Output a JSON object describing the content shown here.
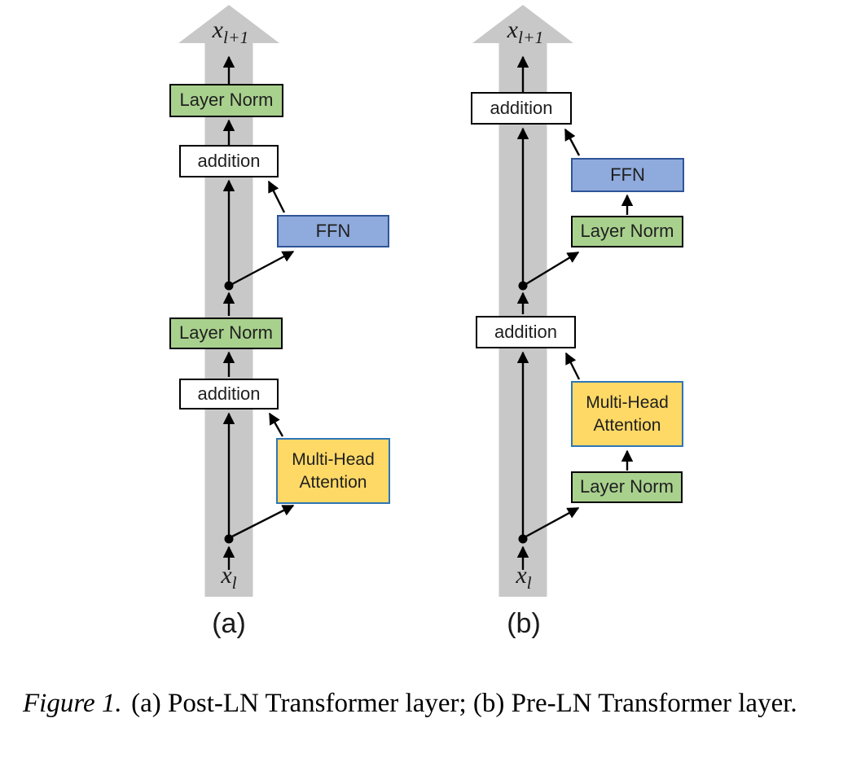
{
  "figure_caption": {
    "label": "Figure 1.",
    "text": "(a) Post-LN Transformer layer; (b) Pre-LN Transformer layer."
  },
  "colors": {
    "flow_band_gray": "#c8c8c8",
    "layer_norm_green": "#a9d18e",
    "ffn_blue_fill": "#8faadc",
    "ffn_blue_border": "#2f5597",
    "attention_yellow_fill": "#ffd966",
    "attention_yellow_border": "#2e75b6",
    "arrow_black": "#000000"
  },
  "panel_a": {
    "caption": "(a)",
    "output_label": {
      "base": "x",
      "sub": "l+1"
    },
    "input_label": {
      "base": "x",
      "sub": "l"
    },
    "boxes": {
      "layer_norm_top": "Layer Norm",
      "addition_upper": "addition",
      "ffn": "FFN",
      "layer_norm_mid": "Layer Norm",
      "addition_lower": "addition",
      "attention": "Multi-Head Attention"
    }
  },
  "panel_b": {
    "caption": "(b)",
    "output_label": {
      "base": "x",
      "sub": "l+1"
    },
    "input_label": {
      "base": "x",
      "sub": "l"
    },
    "boxes": {
      "addition_top": "addition",
      "ffn": "FFN",
      "layer_norm_ffn": "Layer Norm",
      "addition_mid": "addition",
      "attention": "Multi-Head Attention",
      "layer_norm_attn": "Layer Norm"
    }
  }
}
